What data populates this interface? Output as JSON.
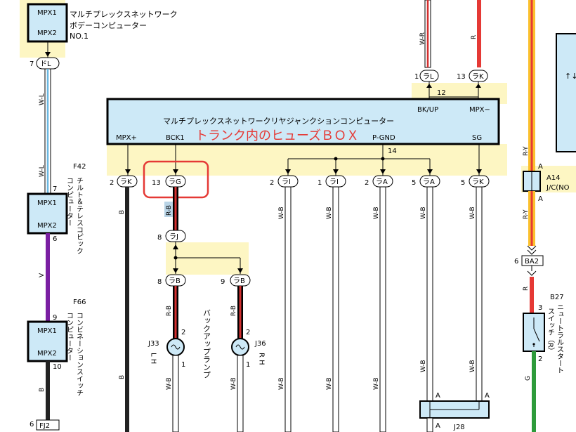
{
  "ecus": {
    "top": {
      "pin1": "MPX1",
      "pin2": "MPX2",
      "name": "マルチプレックスネットワーク",
      "name2": "ボデーコンピューター",
      "no": "NO.1"
    },
    "f42": {
      "pin1": "MPX1",
      "pin2": "MPX2",
      "code": "F42",
      "name": "チルト＆テレスコピック",
      "name2": "コンピューター"
    },
    "f66": {
      "pin1": "MPX1",
      "pin2": "MPX2",
      "code": "F66",
      "name": "コンビネーションスイッチ",
      "name2": "コンピューター"
    }
  },
  "rear_jc": {
    "title": "マルチプレックスネットワークリヤジャンクションコンピューター",
    "pins": {
      "mpx_plus": "MPX+",
      "bck1": "BCK1",
      "p_gnd": "P-GND",
      "sg": "SG",
      "bk_up": "BK/UP",
      "mpx_minus": "MPX−"
    },
    "annotation": "トランク内のヒューズＢＯＸ"
  },
  "connectors": {
    "dl": {
      "pin": "7",
      "label": "ドL"
    },
    "top_ral": {
      "pin": "1",
      "label": "ラL"
    },
    "top_rak": {
      "pin": "13",
      "label": "ラK"
    },
    "top_num": "12",
    "bot_num": "14",
    "rak_left": {
      "pin": "2",
      "label": "ラK"
    },
    "rag": {
      "pin": "13",
      "label": "ラG"
    },
    "rai1": {
      "pin": "2",
      "label": "ラI"
    },
    "rai2": {
      "pin": "1",
      "label": "ラI"
    },
    "raa1": {
      "pin": "2",
      "label": "ラA"
    },
    "raa2": {
      "pin": "5",
      "label": "ラA"
    },
    "rak_right": {
      "pin": "5",
      "label": "ラK"
    },
    "raj": {
      "pin": "8",
      "label": "ラJ"
    },
    "rab1": {
      "pin": "8",
      "label": "ラB"
    },
    "rab2": {
      "pin": "9",
      "label": "ラB"
    }
  },
  "pins": {
    "f42_top": "7",
    "f42_bot": "6",
    "f66_top": "9",
    "f66_bot": "10",
    "fj2_pin": "6",
    "ba2_pin": "6",
    "j33_1": "2",
    "j33_2": "1",
    "j36_1": "2",
    "j36_2": "1",
    "b27_1": "3",
    "b27_2": "2",
    "a14_top": "A",
    "a14_bot": "A",
    "j28_a1": "A",
    "j28_a2": "A",
    "j28_a3": "A"
  },
  "wires": {
    "wl": "W-L",
    "v": "V",
    "b": "B",
    "wr": "W-R",
    "r": "R",
    "ry": "R-Y",
    "rb": "R-B",
    "wb": "W-B",
    "g": "G"
  },
  "parts": {
    "fj2": "FJ2",
    "ba2": "BA2",
    "a14_code": "A14",
    "a14_name": "J/C(NO",
    "j33_code": "J33",
    "j33_side": "L H",
    "j36_code": "J36",
    "j36_side": "R H",
    "lamp": "バックアップランプ",
    "b27_code": "B27",
    "b27_name": "ニュートラルスタート",
    "b27_name2": "スイッチ（R）",
    "j28": "J28"
  }
}
